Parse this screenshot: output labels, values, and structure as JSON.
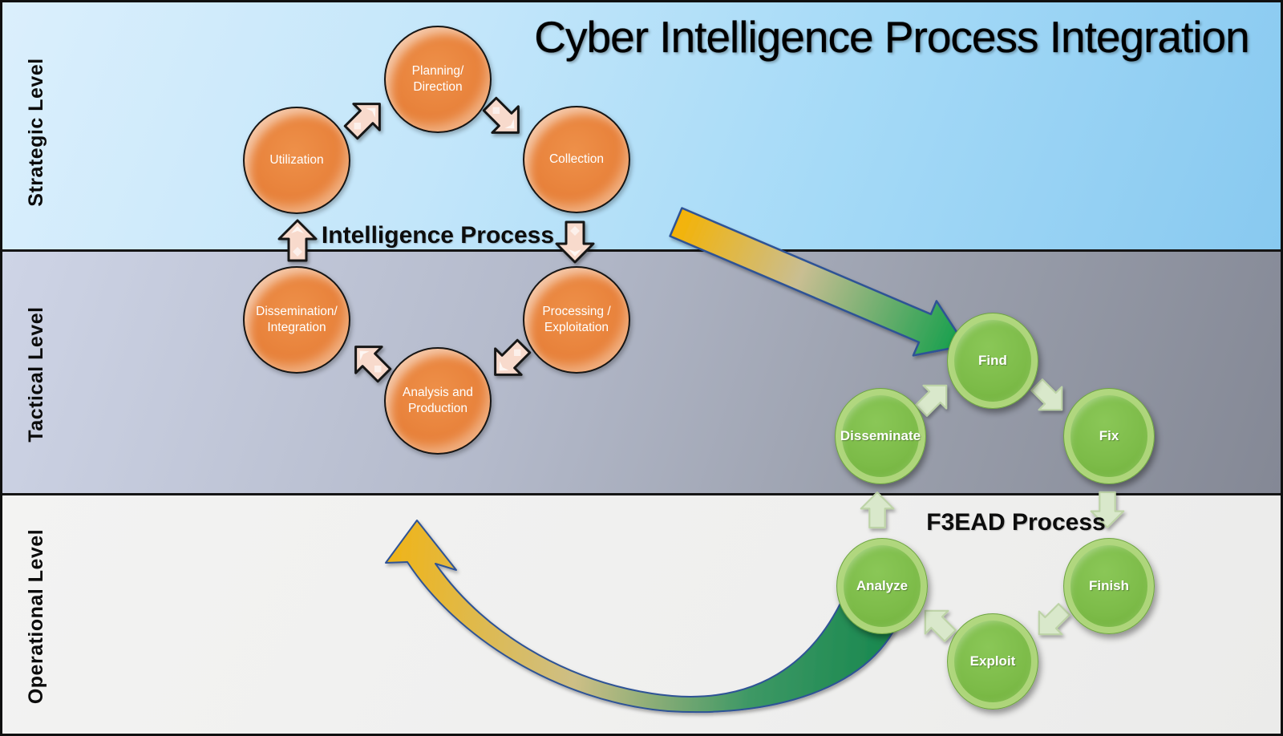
{
  "title": "Cyber Intelligence Process Integration",
  "bands": {
    "strategic": {
      "label": "Strategic Level"
    },
    "tactical": {
      "label": "Tactical Level"
    },
    "operational": {
      "label": "Operational Level"
    }
  },
  "intelligence_process": {
    "caption": "Intelligence Process",
    "nodes": [
      {
        "id": "planning",
        "label": "Planning/\nDirection"
      },
      {
        "id": "collection",
        "label": "Collection"
      },
      {
        "id": "processing",
        "label": "Processing /\nExploitation"
      },
      {
        "id": "analysis",
        "label": "Analysis and\nProduction"
      },
      {
        "id": "dissemination",
        "label": "Dissemination/\nIntegration"
      },
      {
        "id": "utilization",
        "label": "Utilization"
      }
    ]
  },
  "f3ead_process": {
    "caption": "F3EAD Process",
    "nodes": [
      {
        "id": "find",
        "label": "Find"
      },
      {
        "id": "fix",
        "label": "Fix"
      },
      {
        "id": "finish",
        "label": "Finish"
      },
      {
        "id": "exploit",
        "label": "Exploit"
      },
      {
        "id": "analyze",
        "label": "Analyze"
      },
      {
        "id": "disseminate",
        "label": "Disseminate"
      }
    ]
  },
  "colors": {
    "strategic_band": [
      "#dbeffc",
      "#88c9f0"
    ],
    "tactical_band": [
      "#ced4e6",
      "#848895"
    ],
    "operational_band": [
      "#f3f3f2",
      "#ebebea"
    ],
    "intel_node_fill": "#e8823b",
    "intel_node_outline": "#161616",
    "intel_cycle_arrow_fill": "#f8dacc",
    "f3ead_node_fill": "#7cbb48",
    "f3ead_node_rim": "#b1d77e",
    "f3ead_cycle_arrow_fill": "#d9e8cb",
    "flow_arrow_gradient": [
      "#f4b306",
      "#c9be92",
      "#1fa150"
    ],
    "flow_arrow_outline": "#2e5396",
    "frame_border": "#101010",
    "title_color": "#000000"
  }
}
